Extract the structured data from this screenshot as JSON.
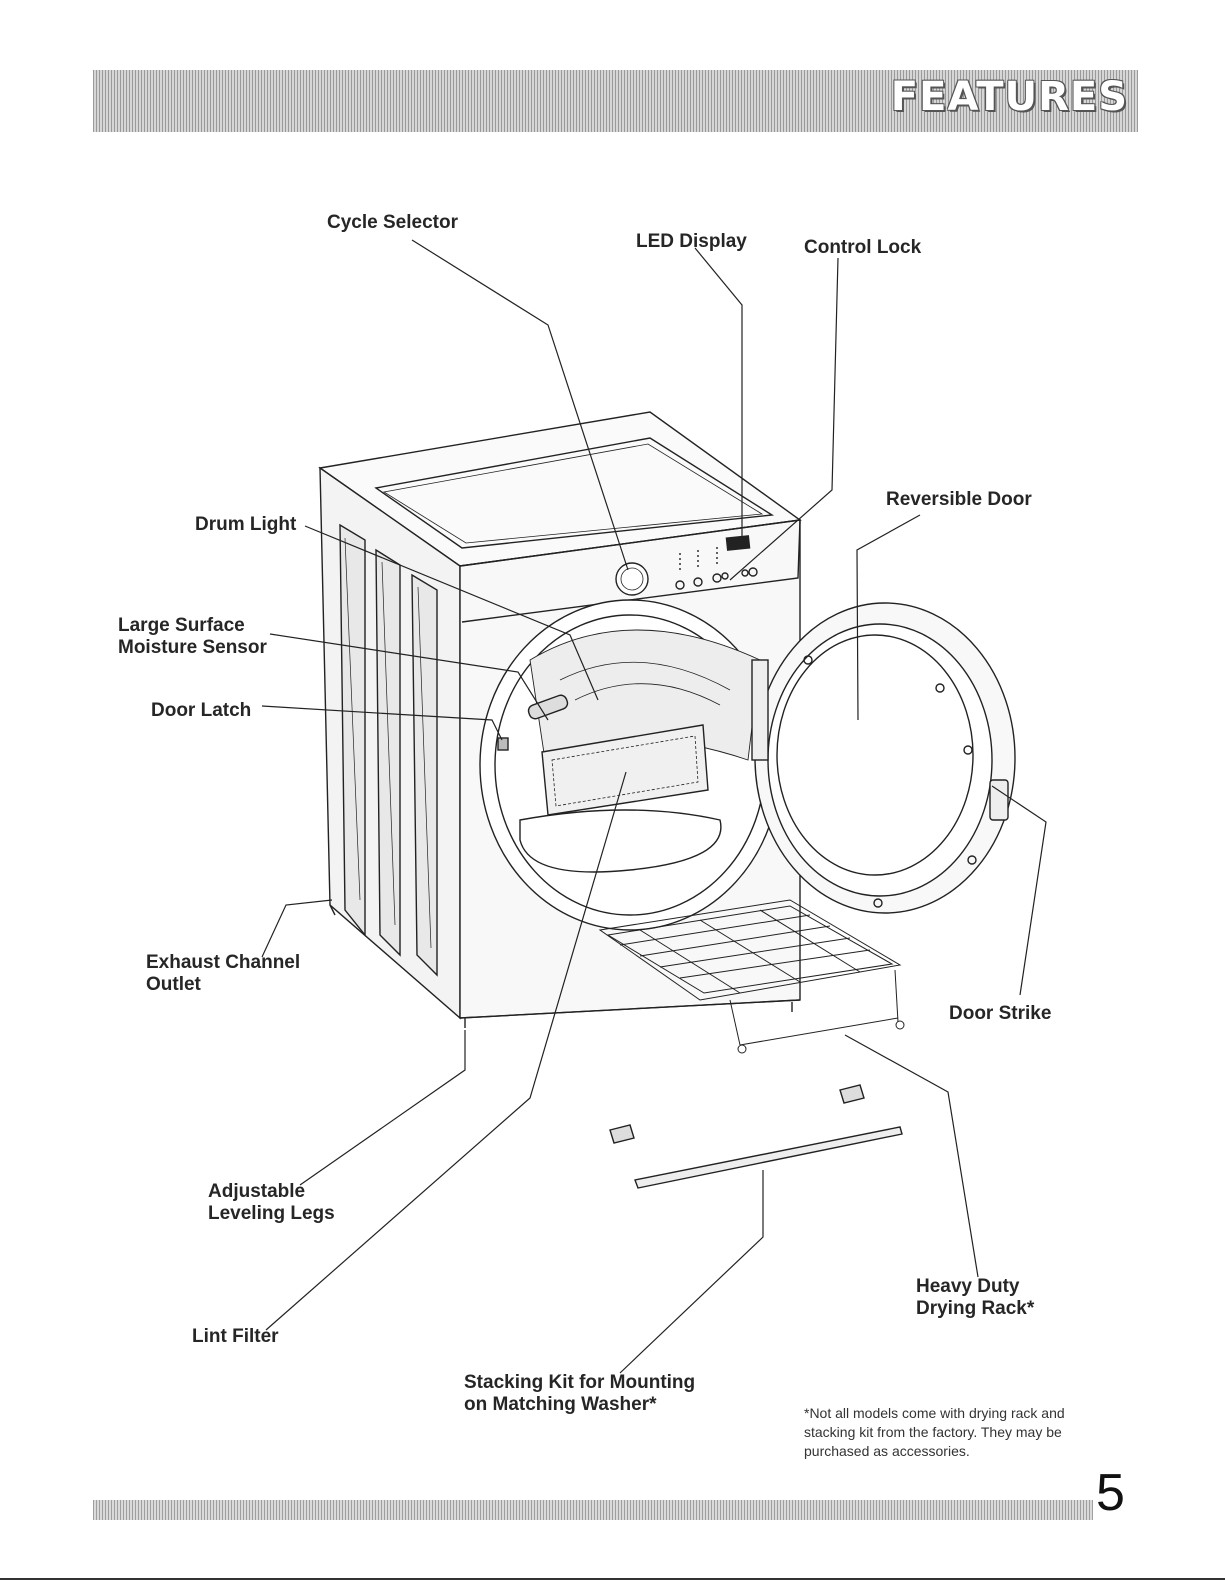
{
  "header": {
    "title": "FEATURES"
  },
  "labels": {
    "cycle_selector": "Cycle Selector",
    "led_display": "LED Display",
    "control_lock": "Control Lock",
    "reversible_door": "Reversible Door",
    "drum_light": "Drum Light",
    "moisture_sensor": "Large Surface\nMoisture Sensor",
    "door_latch": "Door Latch",
    "exhaust_outlet": "Exhaust Channel\nOutlet",
    "door_strike": "Door Strike",
    "leveling_legs": "Adjustable\nLeveling Legs",
    "lint_filter": "Lint Filter",
    "drying_rack": "Heavy Duty\nDrying Rack*",
    "stacking_kit": "Stacking Kit for Mounting\non Matching Washer*"
  },
  "footnote": "*Not all models come with drying rack and\nstacking kit from the factory. They may be\npurchased as accessories.",
  "page_number": "5"
}
